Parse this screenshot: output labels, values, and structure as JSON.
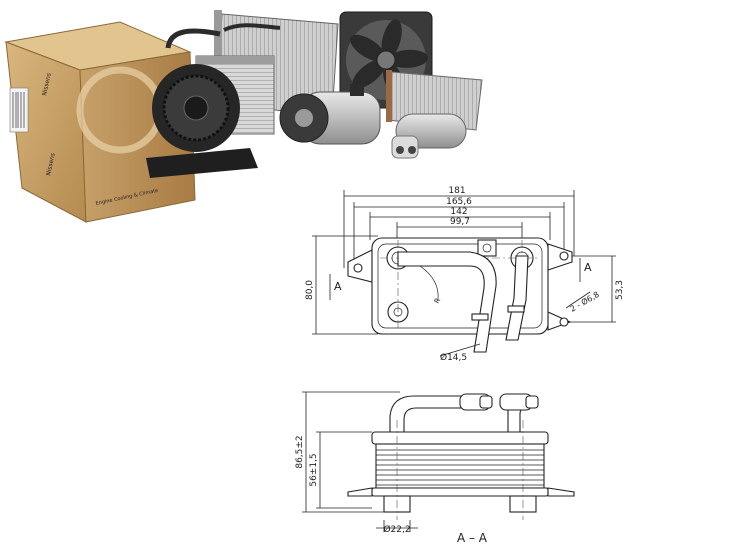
{
  "product_photo": {
    "box_brand_top": "Nissens",
    "box_brand_side": "Nissens",
    "box_slogan": "Engine Cooling & Climate",
    "items": [
      "blower-motor",
      "condenser",
      "evaporator",
      "radiator-fan",
      "ac-compressor",
      "heater-core",
      "receiver-drier"
    ]
  },
  "top_view": {
    "dims": {
      "overall_width": "181",
      "mount_spacing": "165,6",
      "port_outer": "142",
      "port_inner": "99,7",
      "height": "80,0",
      "side_height": "53,3",
      "hole": "2 - Ø6,8",
      "pipe_diameter": "Ø14,5",
      "bend_radius": "R"
    },
    "section_mark": "A"
  },
  "section_view": {
    "dims": {
      "total_height": "86,5±2",
      "core_height": "56±1,5",
      "port_diameter": "Ø22,2"
    },
    "caption": "A – A"
  }
}
